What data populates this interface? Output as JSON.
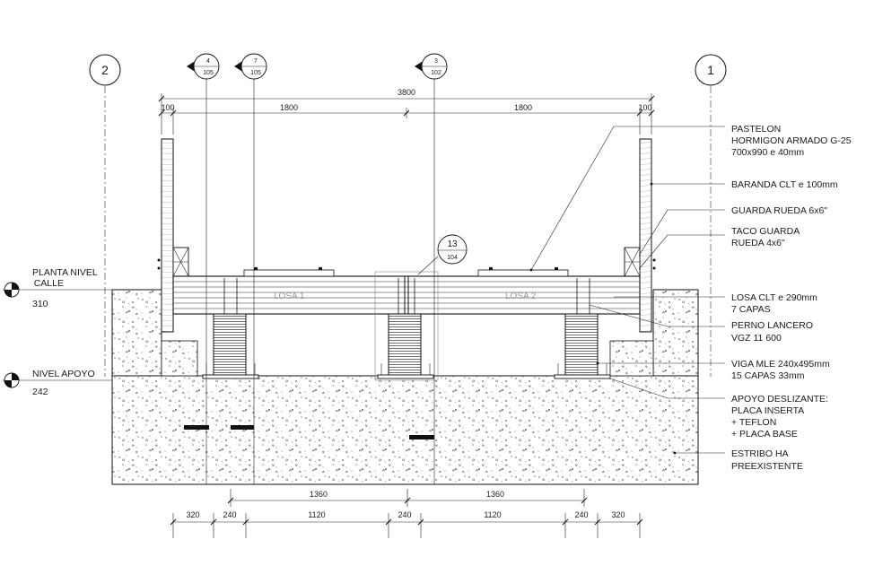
{
  "axes": {
    "left": "2",
    "right": "1"
  },
  "section_markers": [
    {
      "top": "4",
      "bottom": "105"
    },
    {
      "top": "7",
      "bottom": "105"
    },
    {
      "top": "3",
      "bottom": "102"
    }
  ],
  "detail_marker": {
    "top": "13",
    "bottom": "104"
  },
  "top_dims": {
    "total": "3800",
    "d1": "100",
    "d2": "1800",
    "d3": "1800",
    "d4": "100"
  },
  "mid_dims": {
    "d1": "1360",
    "d2": "1360"
  },
  "bottom_dims": [
    "320",
    "240",
    "1120",
    "240",
    "1120",
    "240",
    "320"
  ],
  "slab_labels": {
    "losa1": "LOSA 1",
    "losa2": "LOSA 2"
  },
  "levels": [
    {
      "line1": "PLANTA NIVEL",
      "line2": "CALLE",
      "value": "310"
    },
    {
      "line1": "NIVEL APOYO",
      "value": "242"
    }
  ],
  "callouts": [
    {
      "lines": [
        "PASTELON",
        "HORMIGON ARMADO G-25",
        "700x990 e  40mm"
      ]
    },
    {
      "lines": [
        "BARANDA CLT e  100mm"
      ]
    },
    {
      "lines": [
        "GUARDA RUEDA 6x6\""
      ]
    },
    {
      "lines": [
        "TACO GUARDA",
        "RUEDA 4x6\""
      ]
    },
    {
      "lines": [
        "LOSA CLT e  290mm",
        "7 CAPAS"
      ]
    },
    {
      "lines": [
        "PERNO LANCERO",
        "VGZ 11 600"
      ]
    },
    {
      "lines": [
        "VIGA MLE 240x495mm",
        "15 CAPAS 33mm"
      ]
    },
    {
      "lines": [
        "APOYO DESLIZANTE:",
        "PLACA INSERTA",
        "+ TEFLON",
        "+ PLACA BASE"
      ]
    },
    {
      "lines": [
        "ESTRIBO HA",
        "PREEXISTENTE"
      ]
    }
  ]
}
